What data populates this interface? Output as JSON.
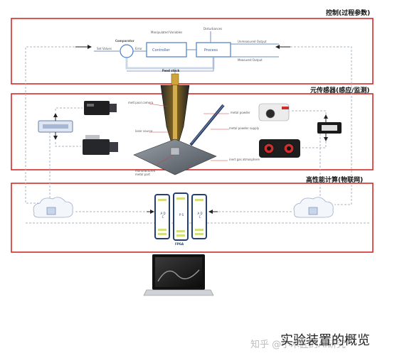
{
  "sections": {
    "control": "控制(过程参数)",
    "sensor": "元传感器(感应/监测)",
    "compute": "高性能计算(物联网)"
  },
  "control_loop": {
    "comparator": "Comparator",
    "set_values": "Set Values",
    "error": "Error",
    "controller": "Controller",
    "manipulated_variables": "Manipulated Variables",
    "process": "Process",
    "disturbances": "Disturbances",
    "unmeasured_output": "Unmeasured Output",
    "measured_output": "Measured Output"
  },
  "apparatus": {
    "feed_stock": "Feed stock",
    "melt_pool_camera": "melt pool camera",
    "laser_source": "laser source",
    "metal_powder": "metal powder",
    "metal_powder_supply": "metal powder supply",
    "inert_gas_atmosphere": "inert gas atmosphere",
    "manufactured_metal_part": "manufactured metal part"
  },
  "compute": {
    "fpga_label": "FPGA",
    "module_labels": [
      "A D C",
      "P S",
      "A D C"
    ]
  },
  "caption": "实验装置的概览",
  "watermark": "知乎 @小木匠的AI研究"
}
